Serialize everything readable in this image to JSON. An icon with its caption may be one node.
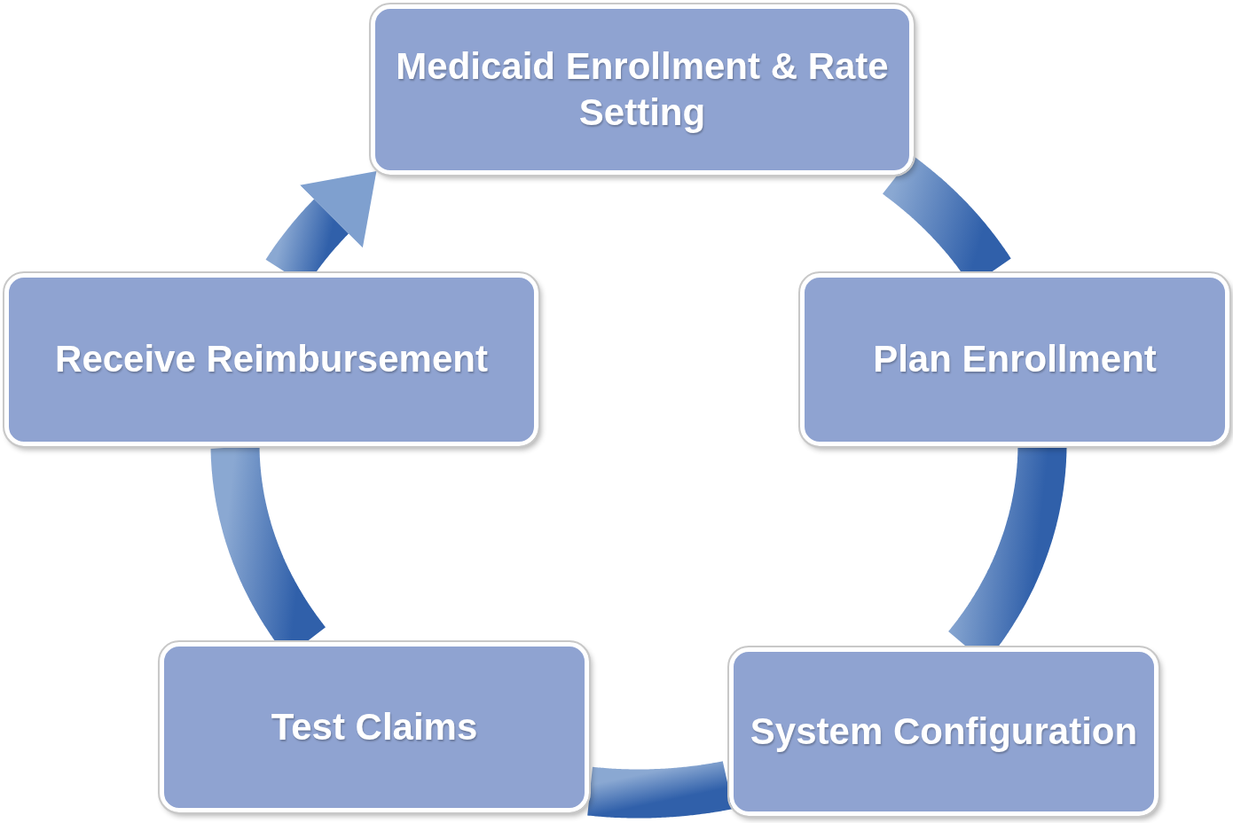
{
  "diagram": {
    "nodes": [
      {
        "text": [
          "Medicaid Enrollment & Rate Setting"
        ]
      },
      {
        "text": [
          "Plan Enrollment"
        ]
      },
      {
        "text": [
          "System Configuration"
        ]
      },
      {
        "text": [
          "Test Claims"
        ]
      },
      {
        "text": [
          "Receive Reimbursement"
        ]
      }
    ],
    "edges": [
      {
        "from": 0,
        "to": 1,
        "arrow": "none"
      },
      {
        "from": 1,
        "to": 2,
        "arrow": "none"
      },
      {
        "from": 2,
        "to": 3,
        "arrow": "none"
      },
      {
        "from": 3,
        "to": 4,
        "arrow": "none"
      },
      {
        "from": 4,
        "to": 0,
        "arrow": "to"
      }
    ]
  }
}
